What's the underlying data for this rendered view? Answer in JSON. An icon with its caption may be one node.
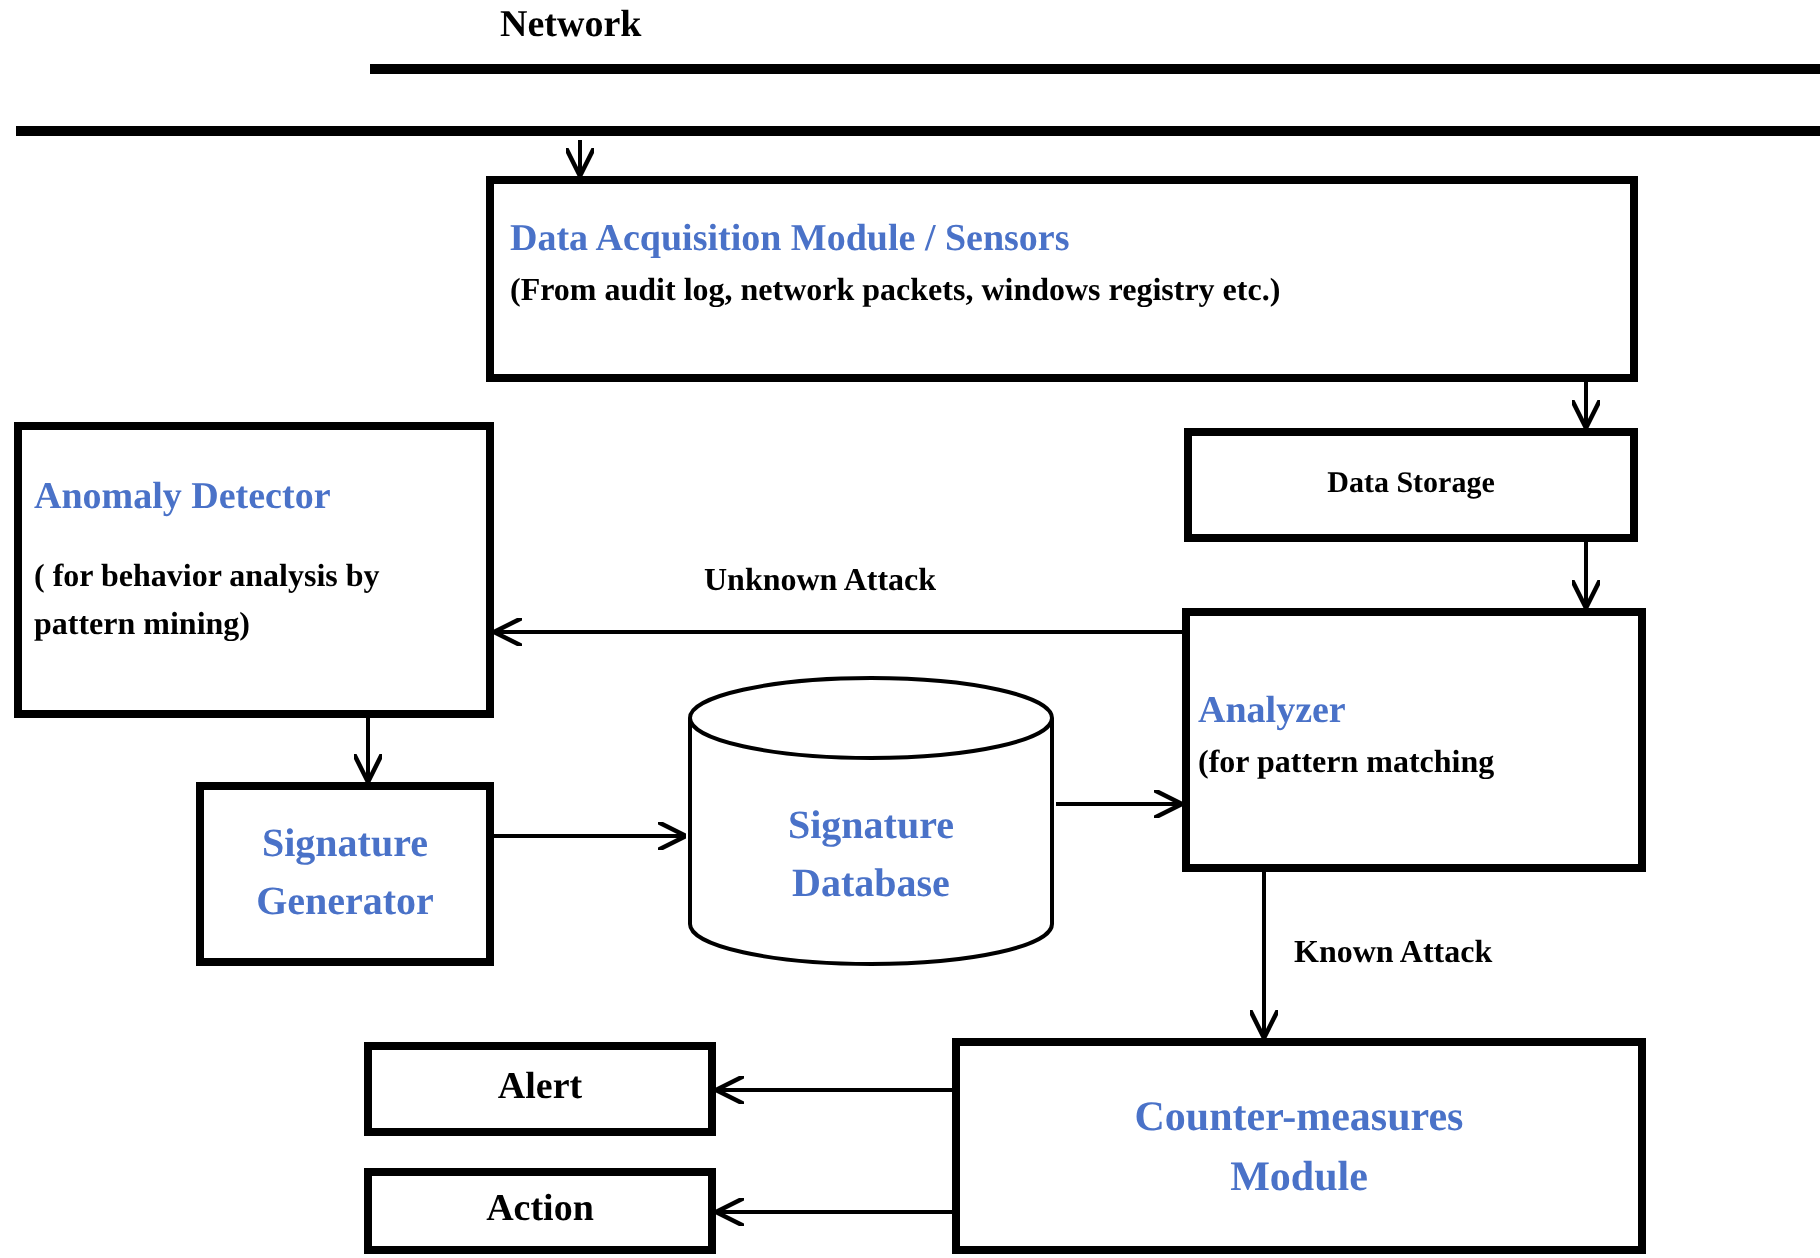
{
  "diagram": {
    "nodes": [
      {
        "text": [
          "Network"
        ]
      },
      {
        "text": [
          "Data Acquisition Module / Sensors",
          "(From audit log, network packets, windows registry etc.)"
        ]
      },
      {
        "text": [
          "Data Storage"
        ]
      },
      {
        "text": [
          "Anomaly Detector",
          "( for behavior analysis by pattern mining)"
        ]
      },
      {
        "text": [
          "Analyzer",
          "(for pattern matching"
        ]
      },
      {
        "text": [
          "Signature Generator"
        ]
      },
      {
        "text": [
          "Signature Database"
        ]
      },
      {
        "text": [
          "Counter-measures Module"
        ]
      },
      {
        "text": [
          "Alert"
        ]
      },
      {
        "text": [
          "Action"
        ]
      }
    ],
    "edges": [
      {
        "from": 0,
        "to": 1,
        "arrow": "to"
      },
      {
        "from": 1,
        "to": 2,
        "arrow": "to"
      },
      {
        "from": 2,
        "to": 4,
        "arrow": "to"
      },
      {
        "from": 4,
        "to": 3,
        "arrow": "to",
        "label": "Unknown Attack"
      },
      {
        "from": 3,
        "to": 5,
        "arrow": "to"
      },
      {
        "from": 5,
        "to": 6,
        "arrow": "to"
      },
      {
        "from": 6,
        "to": 4,
        "arrow": "to"
      },
      {
        "from": 4,
        "to": 7,
        "arrow": "to",
        "label": "Known Attack"
      },
      {
        "from": 7,
        "to": 8,
        "arrow": "to"
      },
      {
        "from": 7,
        "to": 9,
        "arrow": "to"
      }
    ]
  }
}
